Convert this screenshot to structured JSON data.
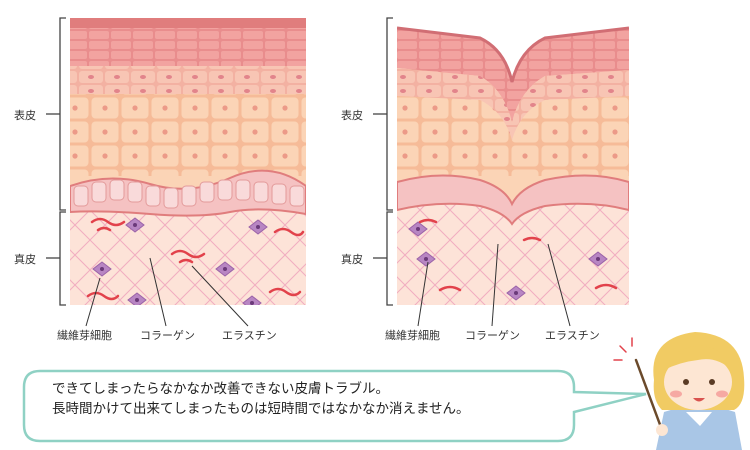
{
  "left_panel": {
    "layers": {
      "epidermis": "表皮",
      "dermis": "真皮"
    },
    "labels": {
      "fibroblast": "繊維芽細胞",
      "collagen": "コラーゲン",
      "elastin": "エラスチン"
    }
  },
  "right_panel": {
    "layers": {
      "epidermis": "表皮",
      "dermis": "真皮"
    },
    "labels": {
      "fibroblast": "繊維芽細胞",
      "collagen": "コラーゲン",
      "elastin": "エラスチン"
    }
  },
  "bubble": {
    "line1": "できてしまったらなかなか改善できない皮膚トラブル。",
    "line2": "長時間かけて出来てしまったものは短時間ではなかなか消えません。"
  },
  "colors": {
    "stratum_corneum": "#e98d8d",
    "spinous_layer": "#f7c3a4",
    "granular_layer": "#f3b1a2",
    "basal_cells": "#f5c2c2",
    "dermis": "#fde0d6",
    "fibroblast": "#b886c3",
    "elastin": "#e2424b",
    "collagen_lines": "#f0a6b8",
    "bubble_border": "#8fd1c4"
  }
}
